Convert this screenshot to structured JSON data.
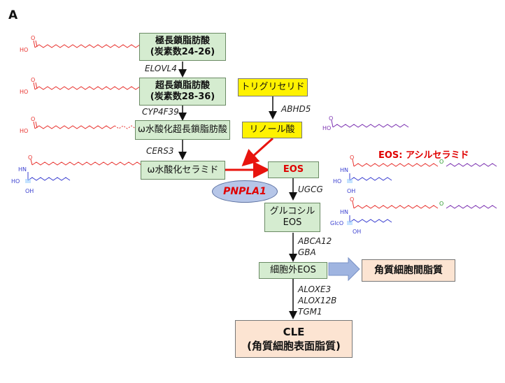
{
  "panel_label": "A",
  "boxes": {
    "vlcfa": "極長鎖脂肪酸\n(炭素数24-26)",
    "ulcfa": "超長鎖脂肪酸\n(炭素数28-36)",
    "omega_fa": "ω水酸化超長鎖脂肪酸",
    "omega_cer": "ω水酸化セラミド",
    "triglyceride": "トリグリセリド",
    "linoleic": "リノール酸",
    "eos": "EOS",
    "glucosyl_eos": "グルコシル\nEOS",
    "extracellular_eos": "細胞外EOS",
    "intercellular_lipid": "角質細胞間脂質",
    "cle": "CLE\n(角質細胞表面脂質)"
  },
  "enzymes": {
    "elovl4": "ELOVL4",
    "cyp4f39": "CYP4F39",
    "cers3": "CERS3",
    "abhd5": "ABHD5",
    "pnpla1": "PNPLA1",
    "ugcg": "UGCG",
    "abca12_gba": "ABCA12\nGBA",
    "alox": "ALOXE3\nALOX12B\nTGM1"
  },
  "eos_acylceramide_label": "EOS: アシルセラミド",
  "structure_labels": {
    "ho": "HO",
    "oh": "OH",
    "hn": "HN",
    "glco": "GlcO"
  },
  "colors": {
    "red_chain": "#e8322e",
    "blue_chain": "#3a3fd0",
    "purple_chain": "#7a2fb0",
    "accent_red": "#e00000",
    "box_green": "#d5ecd0",
    "box_yellow": "#fff200",
    "box_peach": "#fce4d2",
    "arrow_blue": "#9fb4e0"
  }
}
